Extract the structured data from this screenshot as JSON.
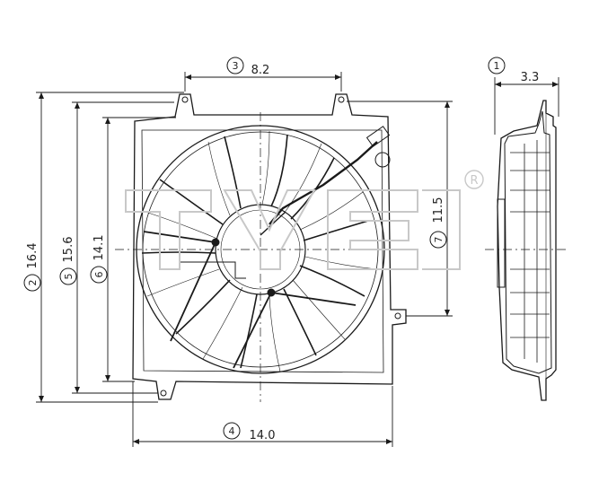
{
  "dimensions": [
    {
      "id": "1",
      "marker": "1",
      "value": "3.3"
    },
    {
      "id": "2",
      "marker": "2",
      "value": "16.4"
    },
    {
      "id": "3",
      "marker": "3",
      "value": "8.2"
    },
    {
      "id": "4",
      "marker": "4",
      "value": "14.0"
    },
    {
      "id": "5",
      "marker": "5",
      "value": "15.6"
    },
    {
      "id": "6",
      "marker": "6",
      "value": "14.1"
    },
    {
      "id": "7",
      "marker": "7",
      "value": "11.5"
    }
  ],
  "watermark": {
    "registered_mark": "R"
  },
  "colors": {
    "line": "#1a1a1a",
    "watermark": "#c8c8c8"
  }
}
